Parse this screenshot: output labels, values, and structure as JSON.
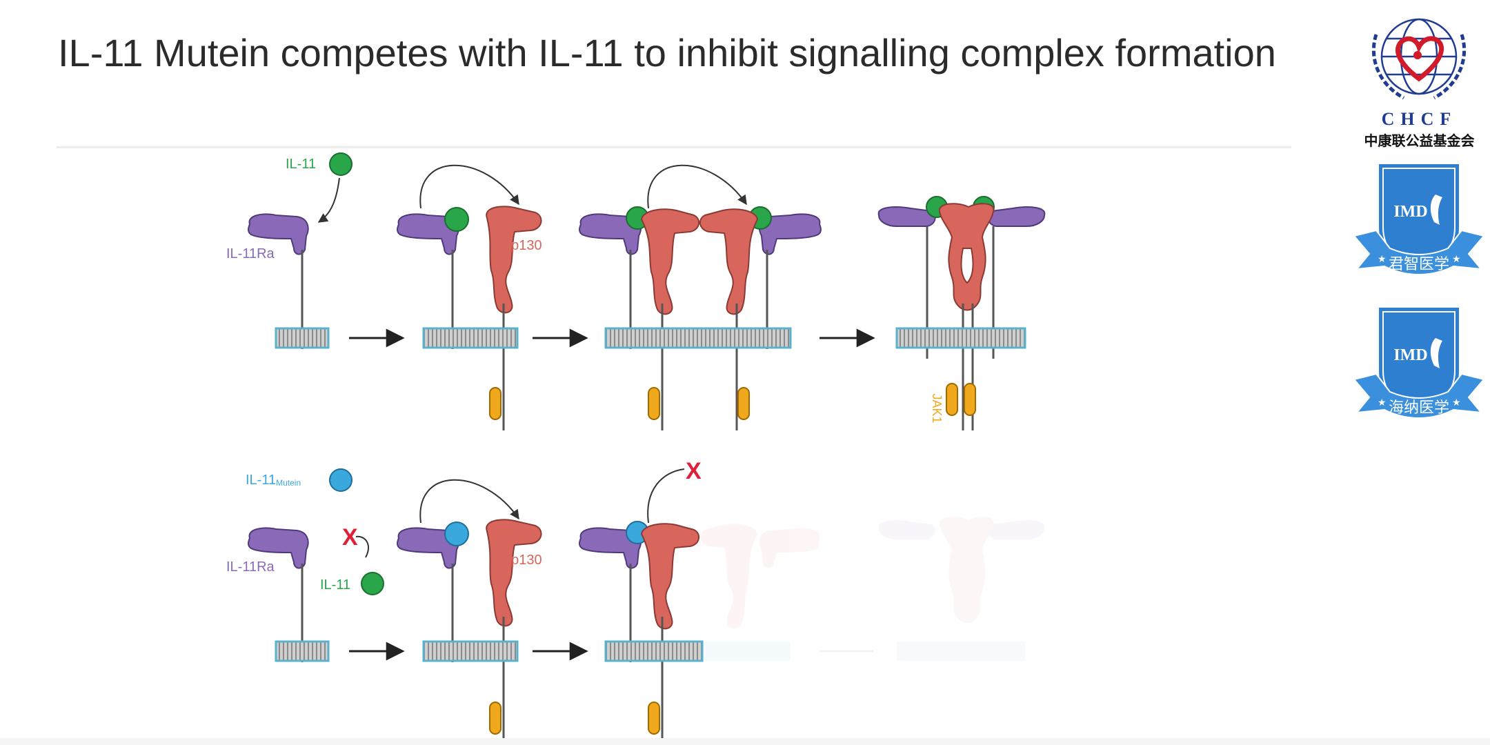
{
  "slide": {
    "title": "IL-11 Mutein competes with IL-11 to inhibit signalling complex formation"
  },
  "diagram": {
    "row1": {
      "ligand_label": "IL-11",
      "receptor_label": "IL-11Ra",
      "gp130_label": "gp130",
      "jak_label": "JAK1"
    },
    "row2": {
      "mutein_label_main": "IL-11",
      "mutein_label_sub": "Mutein",
      "receptor_label": "IL-11Ra",
      "competitor_label": "IL-11",
      "gp130_label": "gp130",
      "block_mark": "X"
    },
    "colors": {
      "il11": "#2aa64a",
      "mutein": "#3aa8dc",
      "il11ra": "#8a6ab8",
      "gp130": "#d9665c",
      "jak": "#f0a91c",
      "membrane": "#5bb0cc",
      "block": "#e0203a"
    }
  },
  "sidebar": {
    "chcf": {
      "letters": "CHCF",
      "name_cn": "中康联公益基金会"
    },
    "badge1": {
      "text": "IMD",
      "ribbon": "君智医学"
    },
    "badge2": {
      "text": "IMD",
      "ribbon": "海纳医学"
    }
  }
}
